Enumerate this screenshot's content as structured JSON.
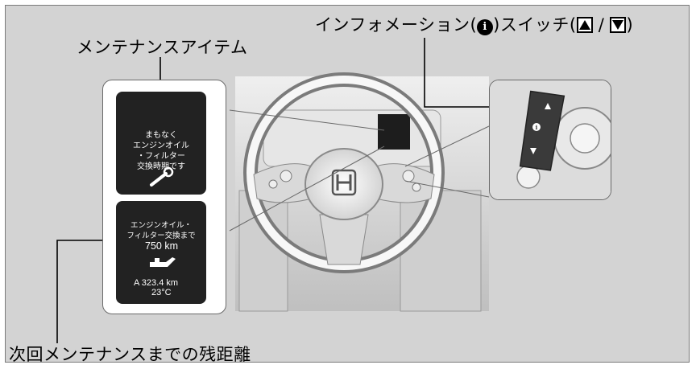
{
  "callouts": {
    "maintenance_item": "メンテナンスアイテム",
    "remaining_distance": "次回メンテナンスまでの残距離",
    "info_switch_prefix": "インフォメーション(",
    "info_switch_mid": ")スイッチ(",
    "info_switch_slash": " / ",
    "info_switch_suffix": ")",
    "info_icon": "i"
  },
  "screen1": {
    "line1": "まもなく",
    "line2": "エンジンオイル",
    "line3": "・フィルター",
    "line4": "交換時期です",
    "icon": "wrench-icon"
  },
  "screen2": {
    "line1": "エンジンオイル・",
    "line2": "フィルター交換まで",
    "distance": "750 km",
    "icon": "oil-can-icon",
    "odometer": "A 323.4 km",
    "temperature": "23°C"
  },
  "switch": {
    "up_icon": "up-arrow-icon",
    "down_icon": "down-arrow-icon",
    "info_icon": "i"
  },
  "brand": "honda-logo",
  "colors": {
    "background": "#d3d3d3",
    "screen": "#222222",
    "line": "#000000"
  }
}
